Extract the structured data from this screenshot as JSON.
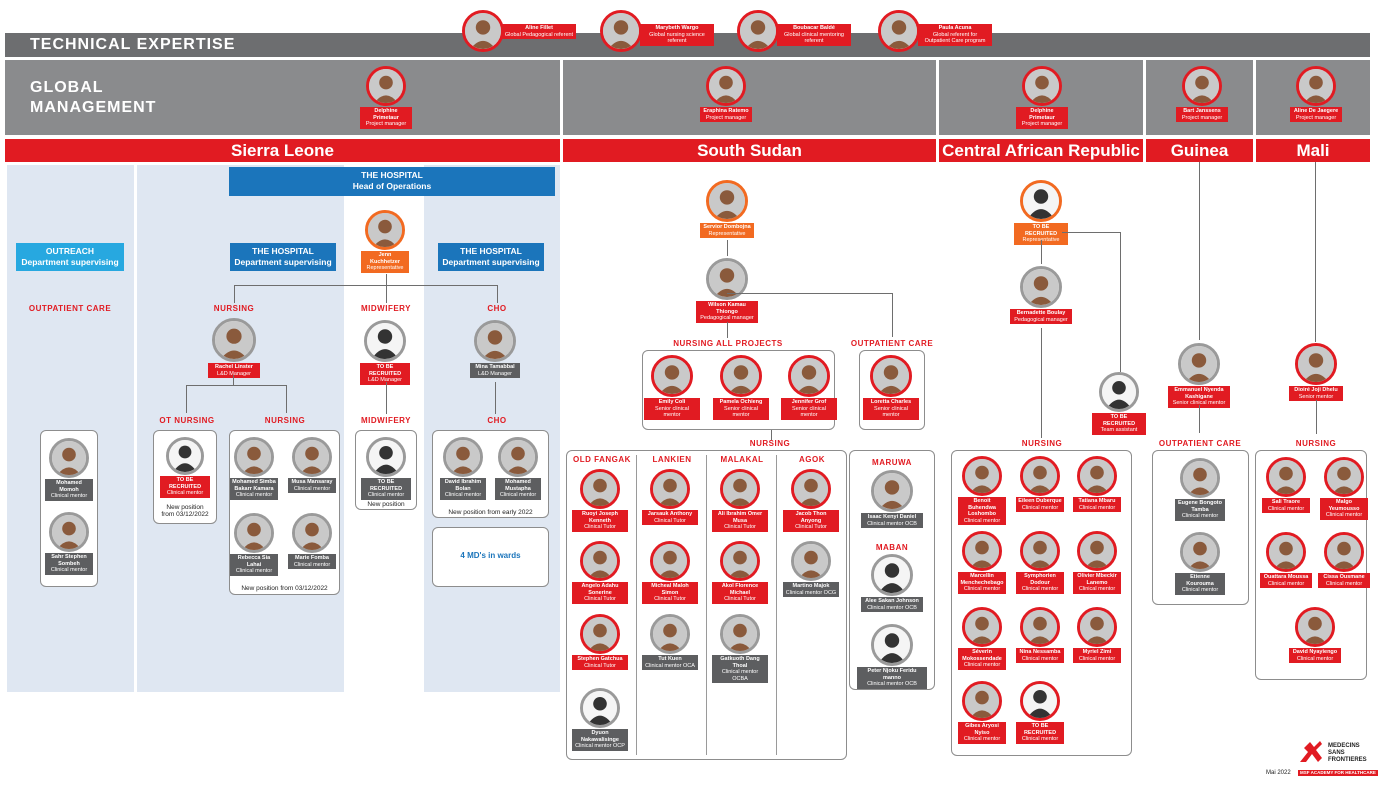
{
  "bands": {
    "technical": "TECHNICAL EXPERTISE",
    "global": [
      "GLOBAL",
      "MANAGEMENT"
    ]
  },
  "technical_people": [
    {
      "name": "Aline Fillet",
      "role": "Global Pedagogical referent"
    },
    {
      "name": "Marybeth Wargo",
      "role": "Global nursing science referent"
    },
    {
      "name": "Boubacar Baldé",
      "role": "Global clinical mentoring referent"
    },
    {
      "name": "Paula Acuna",
      "role": "Global referent for Outpatient Care program"
    }
  ],
  "global_people": [
    {
      "name": "Delphine Primetaur",
      "role": "Project manager"
    },
    {
      "name": "Eraphina Ratemo",
      "role": "Project manager"
    },
    {
      "name": "Delphine Primetaur",
      "role": "Project manager"
    },
    {
      "name": "Bart Janssens",
      "role": "Project manager"
    },
    {
      "name": "Aline De Jaegere",
      "role": "Project manager"
    }
  ],
  "countries": [
    "Sierra Leone",
    "South Sudan",
    "Central African Republic",
    "Guinea",
    "Mali"
  ],
  "sierra_leone": {
    "hospital_head": [
      "THE HOSPITAL",
      "Head of Operations"
    ],
    "outreach": [
      "OUTREACH",
      "Department supervising"
    ],
    "hospital_dept_a": [
      "THE HOSPITAL",
      "Department supervising"
    ],
    "hospital_dept_b": [
      "THE HOSPITAL",
      "Department supervising"
    ],
    "rep": {
      "name": "Jenn Kuchhetzer",
      "role": "Representative"
    },
    "outpatient": "OUTPATIENT CARE",
    "outpatient_people": [
      {
        "name": "Mohamed Momoh",
        "role": "Clinical mentor"
      },
      {
        "name": "Sahr Stephen Sombeh",
        "role": "Clinical mentor"
      }
    ],
    "nursing": "NURSING",
    "nursing_lead": {
      "name": "Rachel Linster",
      "role": "L&D Manager"
    },
    "ot_nursing": "OT NURSING",
    "ot_person": {
      "name": "TO BE RECRUITED",
      "role": "Clinical mentor"
    },
    "ot_note": [
      "New position",
      "from 03/12/2022"
    ],
    "nursing2": "NURSING",
    "nursing_people": [
      {
        "name": "Mohamed Simba Bakarr Kamara",
        "role": "Clinical mentor"
      },
      {
        "name": "Musa Mansaray",
        "role": "Clinical mentor"
      },
      {
        "name": "Rebecca Sia Lahai",
        "role": "Clinical mentor"
      },
      {
        "name": "Marie Fomba",
        "role": "Clinical mentor"
      }
    ],
    "nursing_note": "New position from 03/12/2022",
    "midwifery": "MIDWIFERY",
    "midwifery_lead": {
      "name": "TO BE RECRUITED",
      "role": "L&D Manager"
    },
    "midwifery2": "MIDWIFERY",
    "midwifery_person": {
      "name": "TO BE RECRUITED",
      "role": "Clinical mentor"
    },
    "midwifery_note": "New position",
    "cho": "CHO",
    "cho_lead": {
      "name": "Mina Tamabbal",
      "role": "L&D Manager"
    },
    "cho2": "CHO",
    "cho_people": [
      {
        "name": "David Ibrahim Bolan",
        "role": "Clinical mentor"
      },
      {
        "name": "Mohamed Mustapha",
        "role": "Clinical mentor"
      }
    ],
    "cho_note": "New position from early 2022",
    "wards_note": "4 MD's in wards"
  },
  "south_sudan": {
    "rep": {
      "name": "Servior Dombojna",
      "role": "Representative"
    },
    "ped": {
      "name": "Wilson Kamau Thiongo",
      "role": "Pedagogical manager"
    },
    "nursing_all": "NURSING ALL PROJECTS",
    "nursing_all_people": [
      {
        "name": "Emily Coli",
        "role": "Senior clinical mentor"
      },
      {
        "name": "Pamela Ochieng",
        "role": "Senior clinical mentor"
      },
      {
        "name": "Jennifer Grof",
        "role": "Senior clinical mentor"
      }
    ],
    "outpatient": "OUTPATIENT CARE",
    "outpatient_lead": {
      "name": "Loretta Charles",
      "role": "Senior clinical mentor"
    },
    "nursing": "NURSING",
    "sites": [
      "OLD FANGAK",
      "LANKIEN",
      "MALAKAL",
      "AGOK"
    ],
    "old_fangak": [
      {
        "name": "Ruoyi Joseph Kenneth",
        "role": "Clinical Tutor"
      },
      {
        "name": "Angelo Adahu Sonerine",
        "role": "Clinical Tutor"
      },
      {
        "name": "Stephen Gatchua",
        "role": "Clinical Tutor"
      },
      {
        "name": "Dyuon Nakawalisinge",
        "role": "Clinical mentor OCP"
      }
    ],
    "lankien": [
      {
        "name": "Jarsauk Anthony",
        "role": "Clinical Tutor"
      },
      {
        "name": "Micheal Maloh Simon",
        "role": "Clinical Tutor"
      },
      {
        "name": "Tut Kuen",
        "role": "Clinical mentor OCA"
      }
    ],
    "malakal": [
      {
        "name": "Ali Ibrahim Omer Musa",
        "role": "Clinical Tutor"
      },
      {
        "name": "Akol Florence Michael",
        "role": "Clinical Tutor"
      },
      {
        "name": "Gatkuoth Dang Thoal",
        "role": "Clinical mentor OCBA"
      }
    ],
    "agok": [
      {
        "name": "Jacob Thon Anyong",
        "role": "Clinical Tutor"
      },
      {
        "name": "Martino Majok",
        "role": "Clinical mentor OCG"
      }
    ],
    "maruwa": "MARUWA",
    "maruwa_person": {
      "name": "Isaac Kenyi Daniel",
      "role": "Clinical mentor OCB"
    },
    "maban": "MABAN",
    "maban_people": [
      {
        "name": "Alee Sakan Johnson",
        "role": "Clinical mentor OCB"
      },
      {
        "name": "Peter Njoku Feridu manno",
        "role": "Clinical mentor OCB"
      }
    ]
  },
  "car": {
    "rep": {
      "name": "TO BE RECRUITED",
      "role": "Representative"
    },
    "ped": {
      "name": "Bernadette Boulay",
      "role": "Pedagogical manager"
    },
    "assistant": {
      "name": "TO BE RECRUITED",
      "role": "Team assistant"
    },
    "nursing": "NURSING",
    "people": [
      {
        "name": "Benoit Buhendwa Loshombo",
        "role": "Clinical mentor"
      },
      {
        "name": "Eileen Duberque",
        "role": "Clinical mentor"
      },
      {
        "name": "Tatiana Mbaru",
        "role": "Clinical mentor"
      },
      {
        "name": "Marcellin Menchechebago",
        "role": "Clinical mentor"
      },
      {
        "name": "Symphorien Dodour",
        "role": "Clinical mentor"
      },
      {
        "name": "Olivier Mbeckir Lanemo",
        "role": "Clinical mentor"
      },
      {
        "name": "Séverin Mokossendade",
        "role": "Clinical mentor"
      },
      {
        "name": "Nina Nessamba",
        "role": "Clinical mentor"
      },
      {
        "name": "Myriel Zimi",
        "role": "Clinical mentor"
      },
      {
        "name": "Gibes Aryosi Nyiso",
        "role": "Clinical mentor"
      },
      {
        "name": "TO BE RECRUITED",
        "role": "Clinical mentor"
      }
    ]
  },
  "guinea": {
    "lead": {
      "name": "Emmanuel Nyenda Kashigane",
      "role": "Senior clinical mentor"
    },
    "outpatient": "OUTPATIENT CARE",
    "people": [
      {
        "name": "Eugene Bongoto Tamba",
        "role": "Clinical mentor"
      },
      {
        "name": "Etienne Kourouma",
        "role": "Clinical mentor"
      }
    ]
  },
  "mali": {
    "lead": {
      "name": "Dioiré Joji Dhelu",
      "role": "Senior mentor"
    },
    "nursing": "NURSING",
    "people": [
      {
        "name": "Sali Traore",
        "role": "Clinical mentor"
      },
      {
        "name": "Malgo Yeumousso",
        "role": "Clinical mentor"
      },
      {
        "name": "Ouattara Moussa",
        "role": "Clinical mentor"
      },
      {
        "name": "Cissa Ousmane",
        "role": "Clinical mentor"
      },
      {
        "name": "David Nyayiengo",
        "role": "Clinical mentor"
      }
    ]
  },
  "footer": {
    "logo_line1": "MEDECINS",
    "logo_line2": "SANS FRONTIERES",
    "logo_bar": "MSF ACADEMY FOR HEALTHCARE",
    "date": "Mai 2022"
  },
  "colors": {
    "red": "#e11b22",
    "grey_band": "#6d6e70",
    "blue": "#1b75bb",
    "light_panel": "#dfe7f2"
  }
}
